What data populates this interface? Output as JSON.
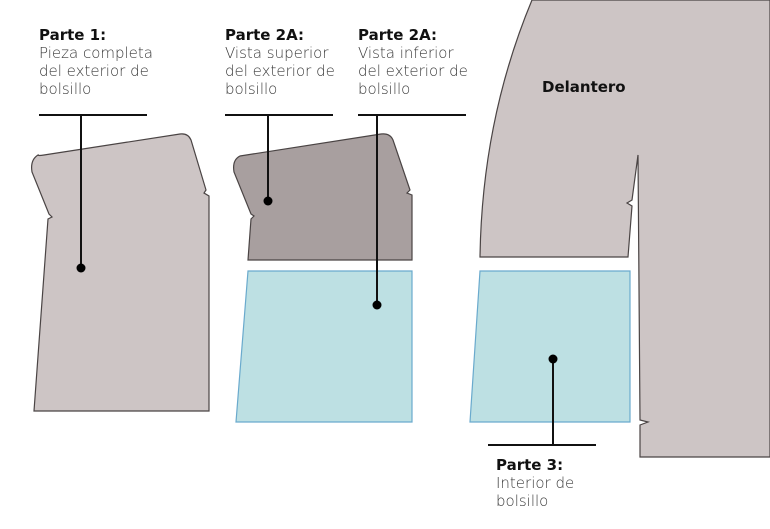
{
  "colors": {
    "garment": "#cdc5c5",
    "garment_dark": "#a89f9f",
    "lining": "#bde0e3",
    "lining_stroke": "#6aaacd",
    "outline": "#4a4444",
    "leader": "#111111"
  },
  "labels": {
    "part1": {
      "title": "Parte 1:",
      "lines": [
        "Pieza completa",
        "del exterior de",
        "bolsillo"
      ]
    },
    "part2a_top": {
      "title": "Parte 2A:",
      "lines": [
        "Vista superior",
        "del exterior de",
        "bolsillo"
      ]
    },
    "part2a_bottom": {
      "title": "Parte 2A:",
      "lines": [
        "Vista inferior",
        "del exterior de",
        "bolsillo"
      ]
    },
    "part3": {
      "title": "Parte 3:",
      "lines": [
        "Interior de",
        "bolsillo"
      ]
    },
    "front": "Delantero"
  }
}
